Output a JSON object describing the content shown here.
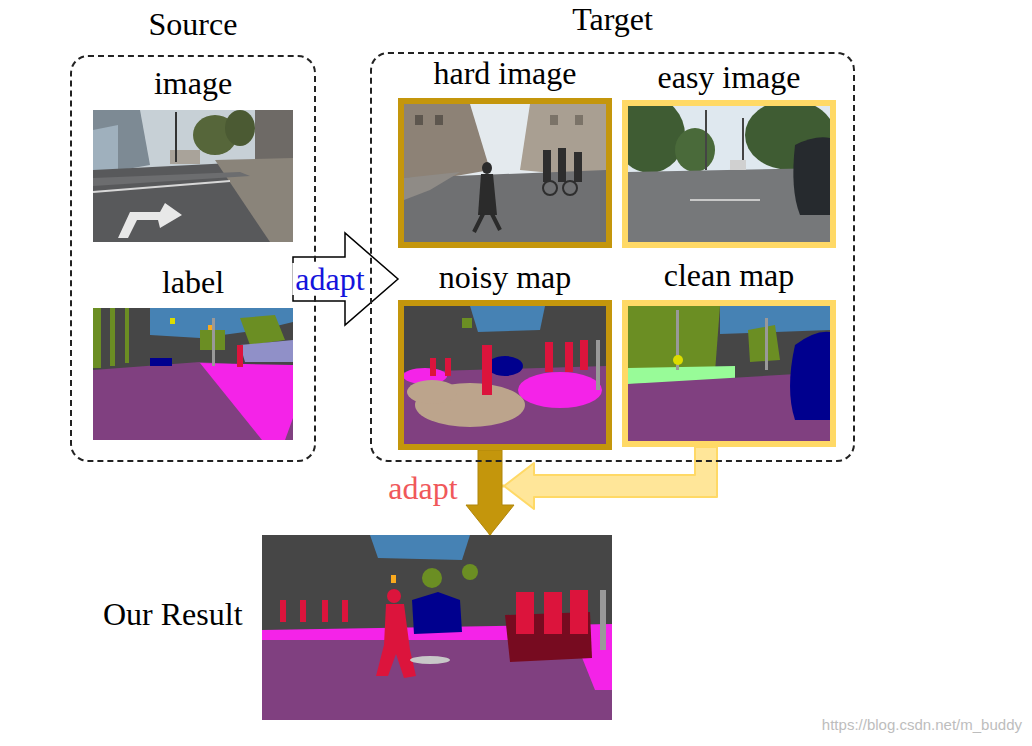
{
  "diagram": {
    "nodes": [
      {
        "text": [
          "Source"
        ]
      },
      {
        "text": [
          "image"
        ],
        "in": 0
      },
      {
        "text": [
          "label"
        ],
        "in": 0
      },
      {
        "text": [
          "Target"
        ]
      },
      {
        "text": [
          "hard image"
        ],
        "in": 3
      },
      {
        "text": [
          "easy image"
        ],
        "in": 3
      },
      {
        "text": [
          "noisy map"
        ],
        "in": 3
      },
      {
        "text": [
          "clean map"
        ],
        "in": 3
      },
      {
        "text": [
          "Our Result"
        ]
      }
    ],
    "edges": [
      {
        "from": 2,
        "to": 6,
        "label": "adapt",
        "arrow": "to"
      },
      {
        "from": 6,
        "to": 8,
        "arrow": "to"
      },
      {
        "from": 7,
        "to": 8,
        "label": "adapt",
        "arrow": "to"
      }
    ],
    "labels": [
      "https://blog.csdn.net/m_buddy"
    ]
  }
}
